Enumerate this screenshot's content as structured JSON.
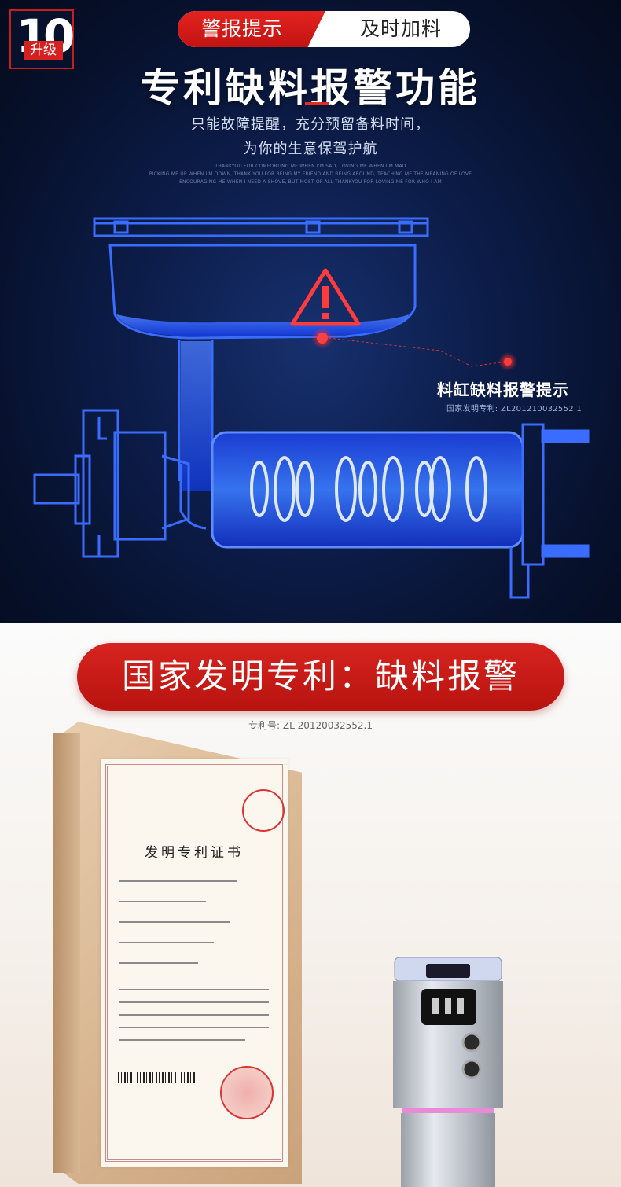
{
  "badge": {
    "number": "10",
    "label": "升级"
  },
  "tabs": {
    "active": "警报提示",
    "inactive": "及时加料"
  },
  "headline": "专利缺料报警功能",
  "subtitle_lines": [
    "只能故障提醒，充分预留备料时间，",
    "为你的生意保驾护航"
  ],
  "english_lines": [
    "THANKYOU FOR COMFORTING ME WHEN I'M SAD, LOVING ME WHEN I'M MAD",
    "PICKING ME UP WHEN I'M DOWN, THANK YOU FOR BEING MY FRIEND AND BEING AROUND, TEACHING ME THE MEANING OF LOVE",
    "ENCOURAGING ME WHEN I NEED A SHOVE, BUT MOST OF ALL THANKYOU FOR LOVING ME FOR WHO I AM"
  ],
  "alarm": {
    "title": "料缸缺料报警提示",
    "patent": "国家发明专利: ZL201210032552.1"
  },
  "banner": {
    "text": "国家发明专利：缺料报警"
  },
  "patent_number": "专利号: ZL 20120032552.1",
  "certificate": {
    "title": "发明专利证书"
  },
  "colors": {
    "accent_red": "#d42020",
    "glow_blue": "#2a5cff",
    "background_dark": "#07112c"
  },
  "icons": [
    "warning-triangle-icon",
    "red-dot-icon"
  ]
}
